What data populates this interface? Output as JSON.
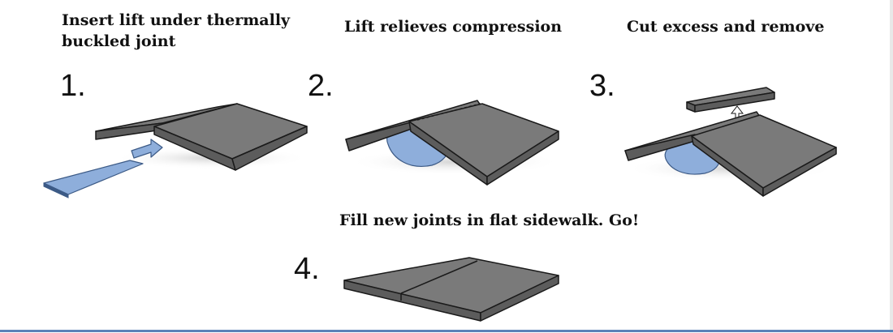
{
  "steps": [
    {
      "number": "1.",
      "caption": "Insert lift under thermally buckled joint"
    },
    {
      "number": "2.",
      "caption": "Lift relieves compression"
    },
    {
      "number": "3.",
      "caption": "Cut excess and remove"
    },
    {
      "number": "4.",
      "caption": "Fill new joints in flat sidewalk. Go!"
    }
  ],
  "colors": {
    "slab_top": "#7a7a7a",
    "slab_side": "#5c5c5c",
    "slab_edge": "#1a1a1a",
    "lift_fill": "#8eaedb",
    "lift_stroke": "#3c5a86",
    "frame_rule": "#5b82b8"
  }
}
